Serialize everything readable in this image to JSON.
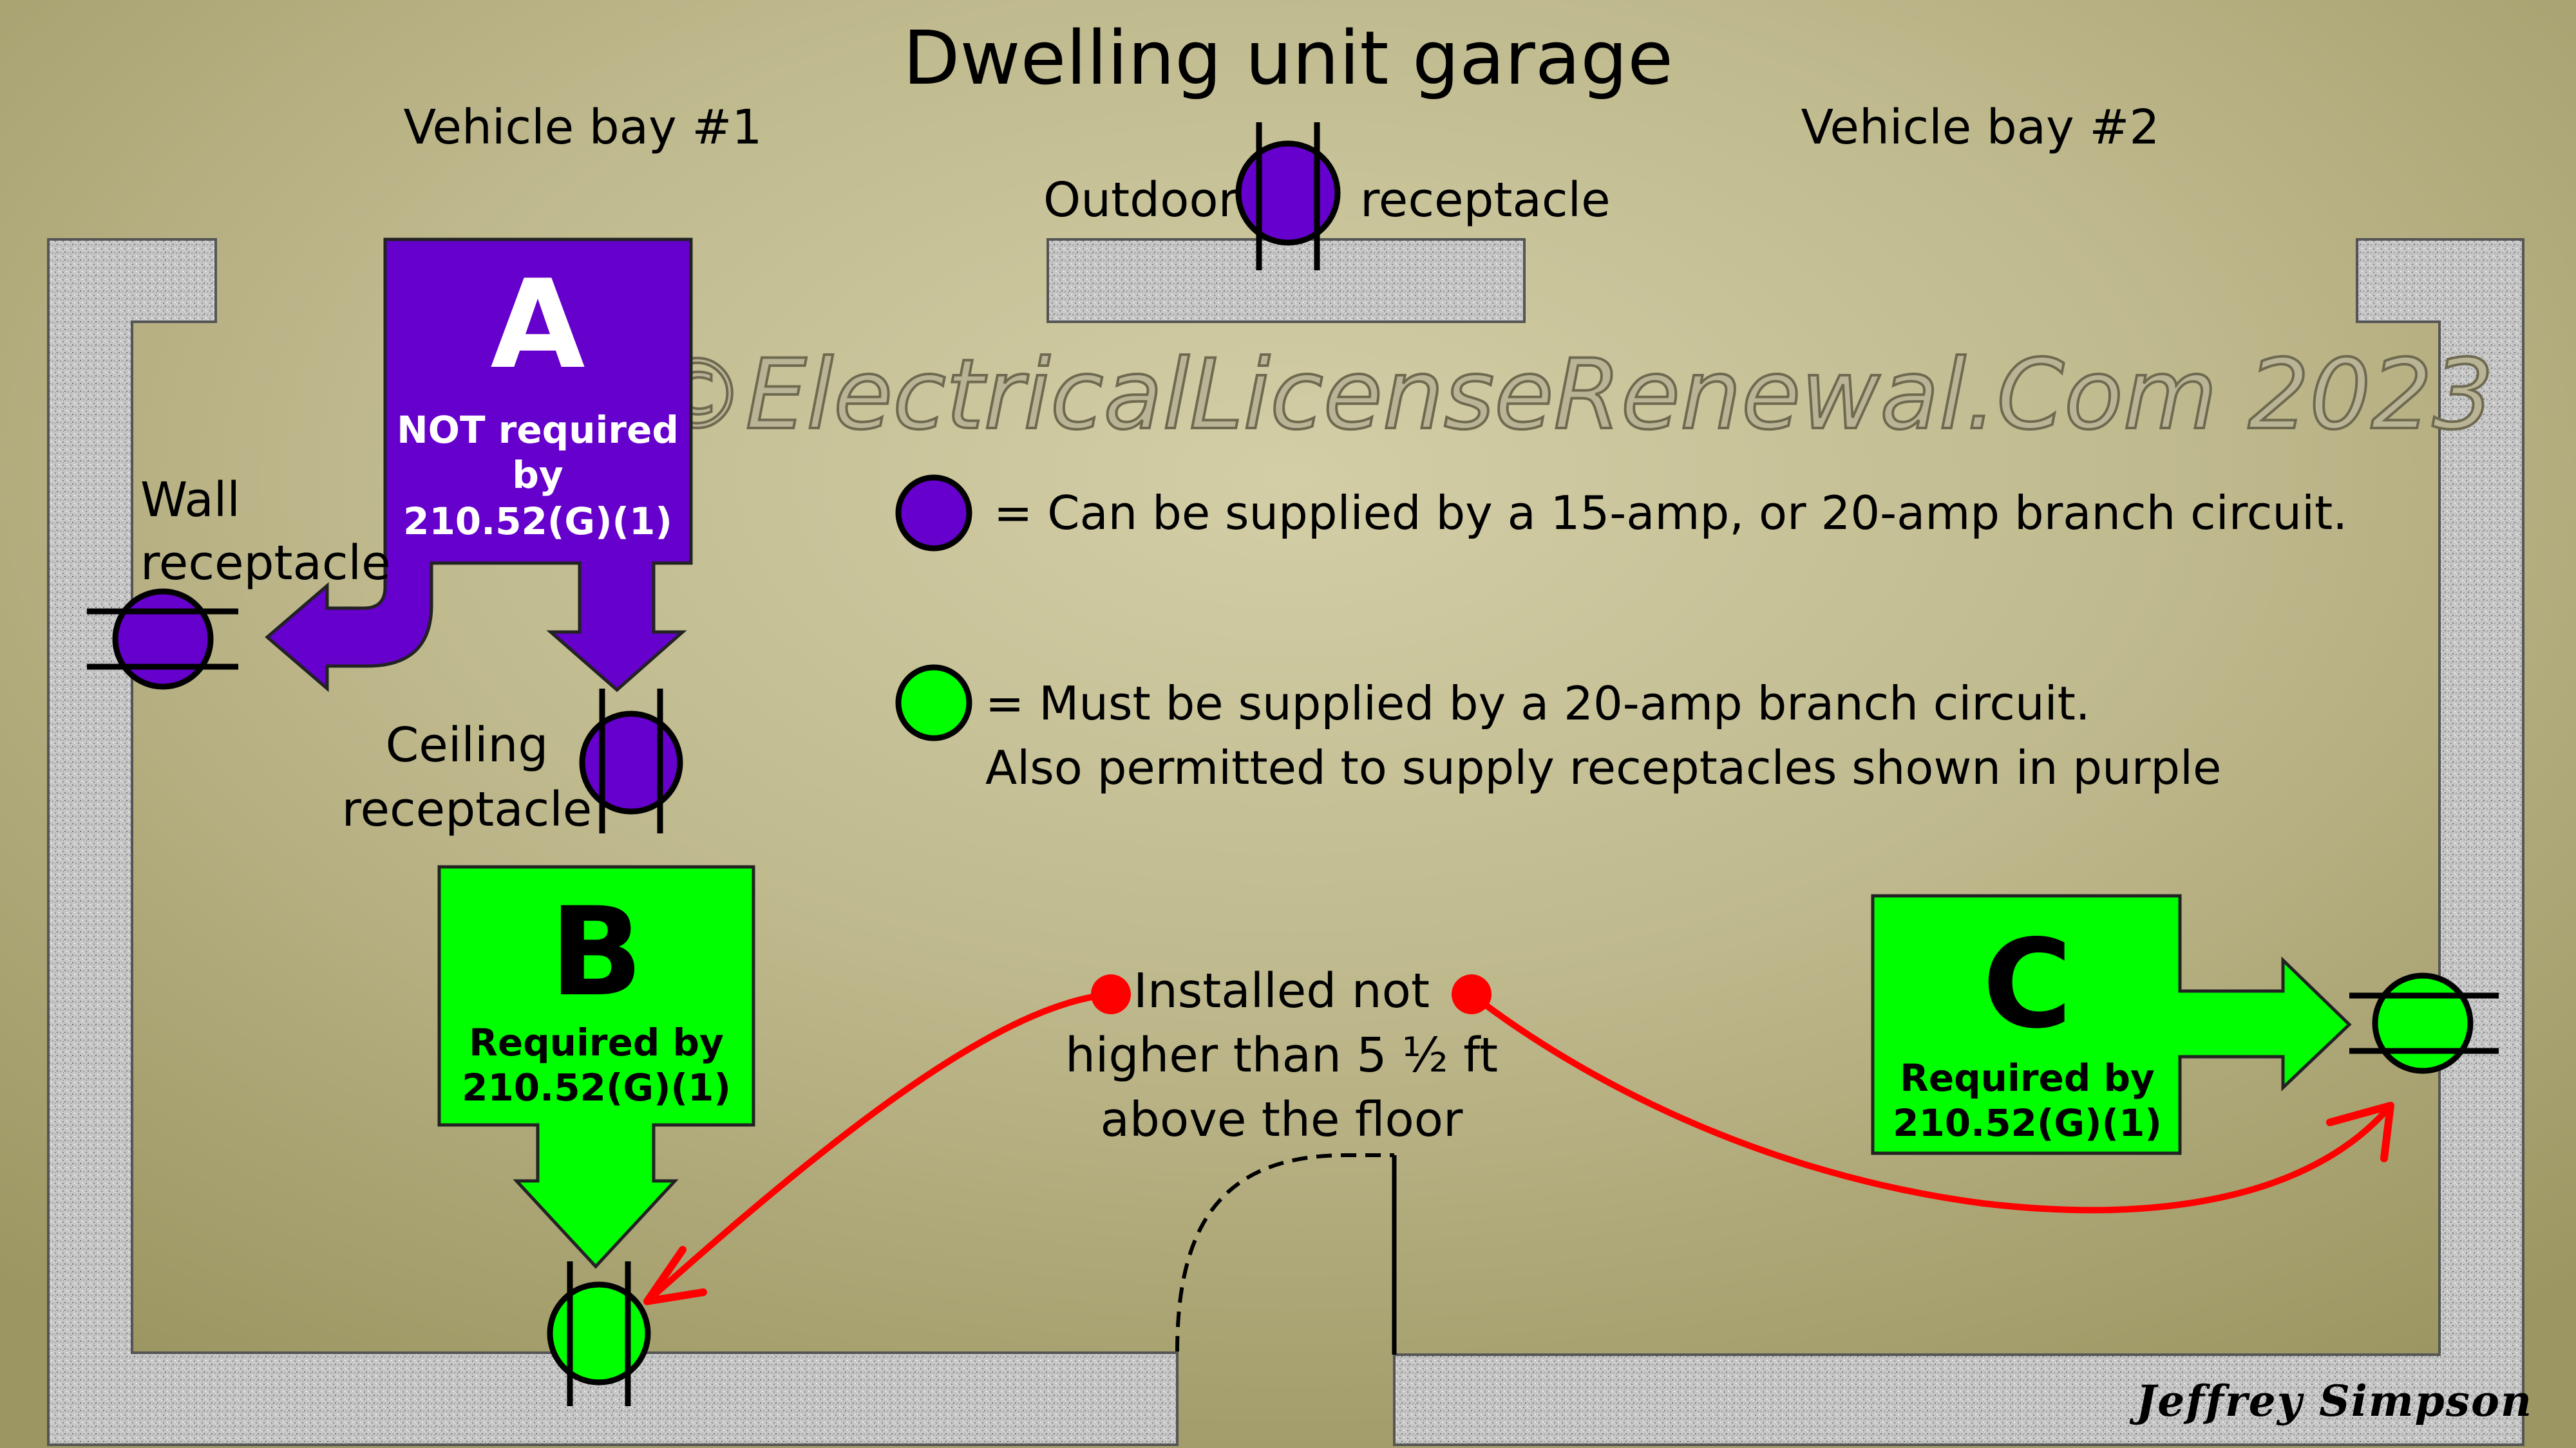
{
  "title": "Dwelling unit garage",
  "bay_labels": {
    "bay1": "Vehicle bay #1",
    "bay2": "Vehicle bay #2"
  },
  "outdoor": {
    "left": "Outdoor",
    "right": "receptacle"
  },
  "watermark": "©ElectricalLicenseRenewal.Com 2023",
  "box_a": {
    "letter": "A",
    "line1": "NOT required",
    "line2": "by",
    "line3": "210.52(G)(1)"
  },
  "box_b": {
    "letter": "B",
    "line1": "Required by",
    "line2": "210.52(G)(1)"
  },
  "box_c": {
    "letter": "C",
    "line1": "Required by",
    "line2": "210.52(G)(1)"
  },
  "wall_label": {
    "line1": "Wall",
    "line2": "receptacle"
  },
  "ceiling_label": {
    "line1": "Ceiling",
    "line2": "receptacle"
  },
  "legend": {
    "purple_text": "= Can be supplied by a 15-amp, or 20-amp branch circuit.",
    "green_line1": "= Must be supplied by a 20-amp branch circuit.",
    "green_line2": "Also permitted to supply receptacles shown in purple"
  },
  "height_note": {
    "line1": "Installed not",
    "line2": "higher than 5 ½ ft",
    "line3": "above the floor"
  },
  "signature": "Jeffrey Simpson",
  "colors": {
    "purple": "#6600CC",
    "green": "#00FF00",
    "red": "#FF0000",
    "wall": "#C4C4C4",
    "background": "#B3AE7E"
  }
}
